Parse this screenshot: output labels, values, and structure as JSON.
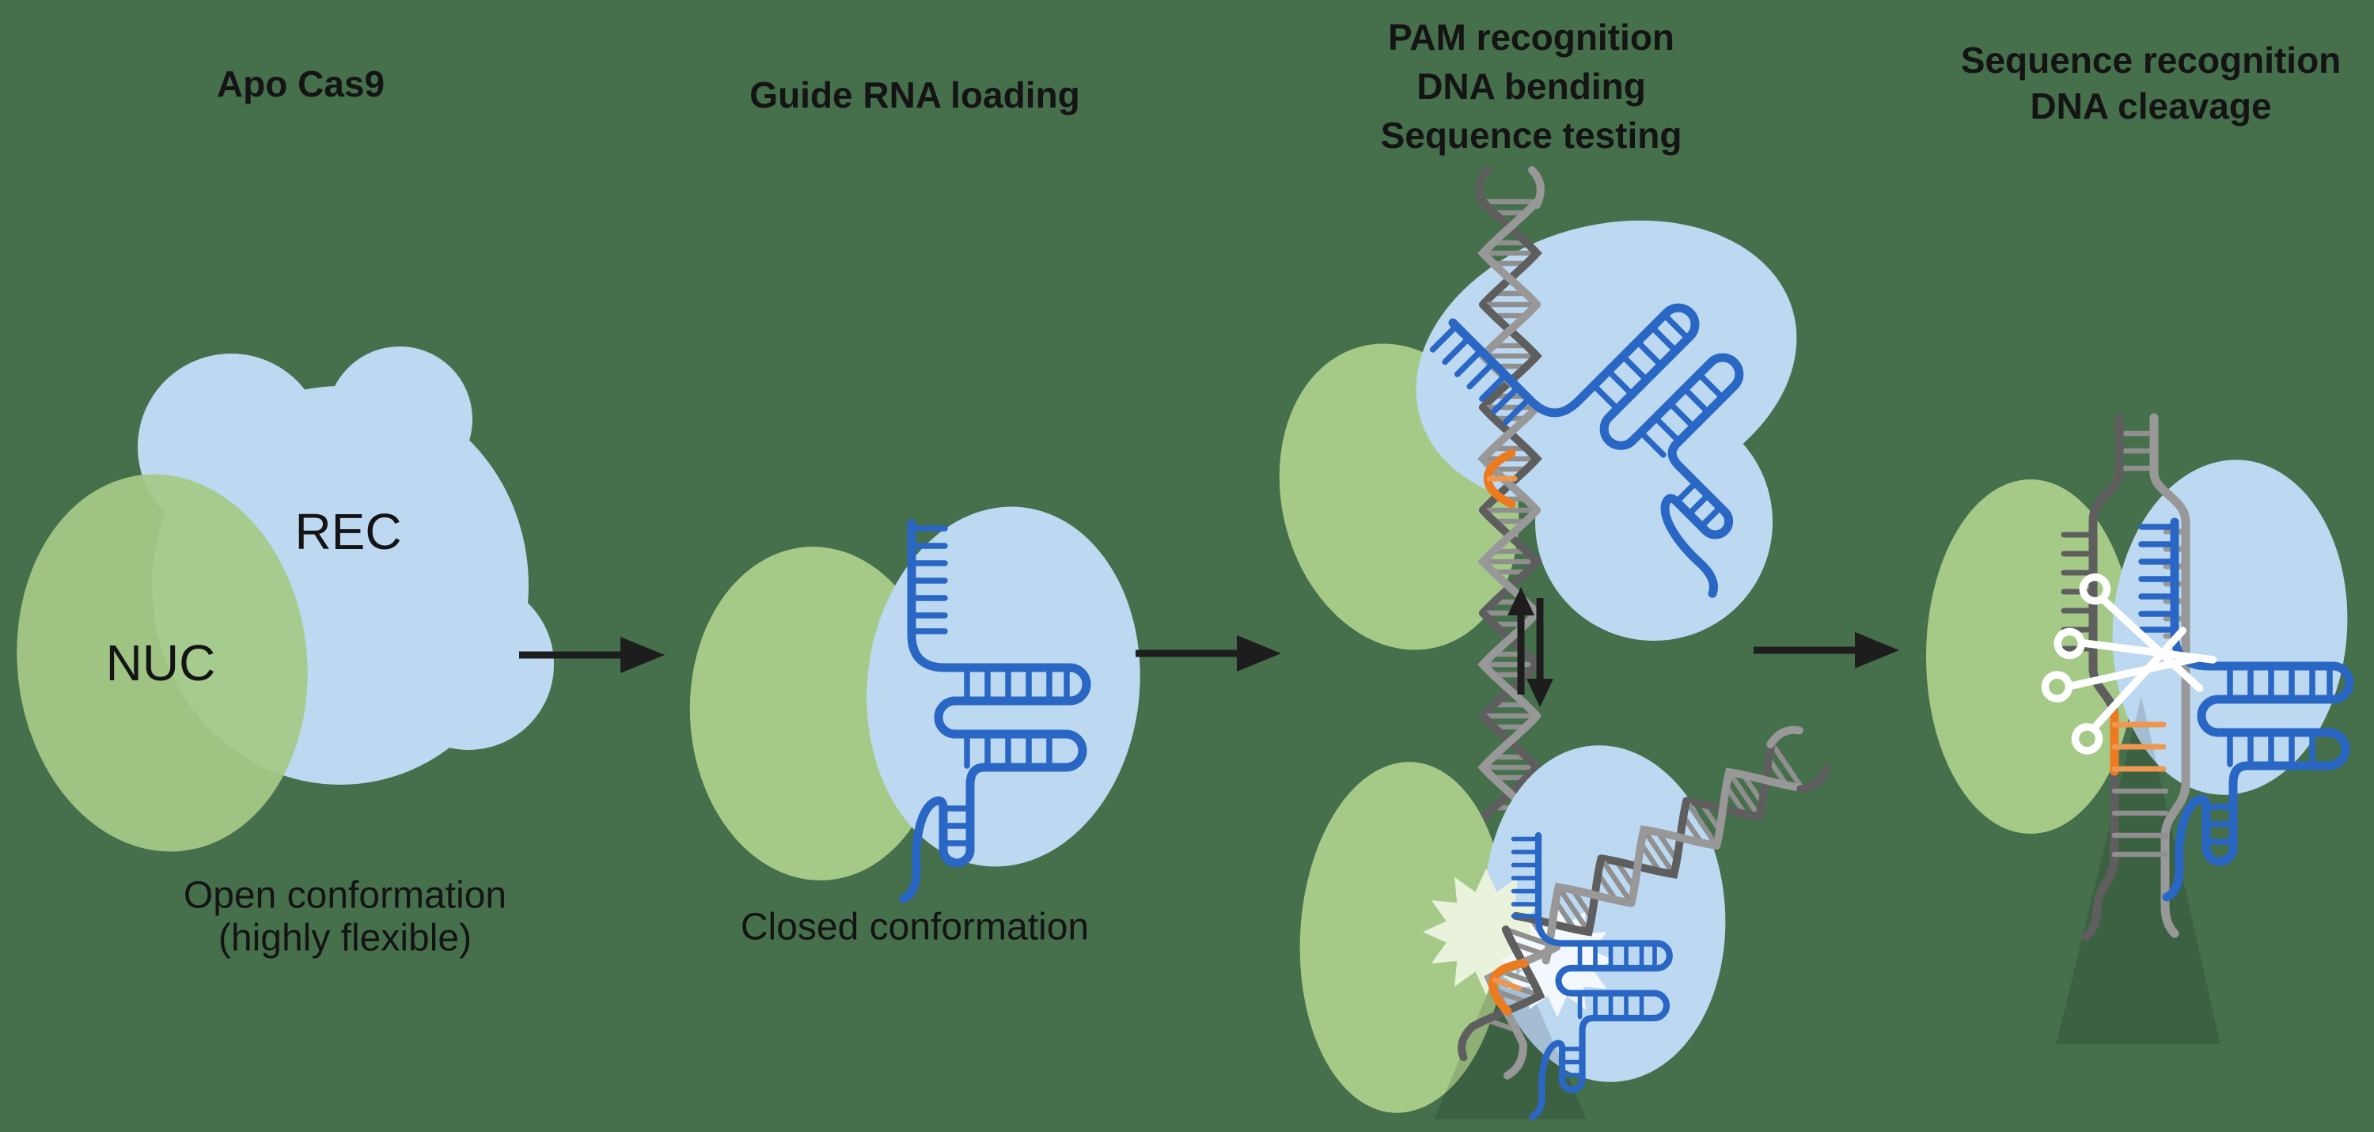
{
  "figure": {
    "type": "mechanism-diagram",
    "subject": "CRISPR-Cas9 mechanism of target recognition and cleavage",
    "panels": [
      {
        "id": "apo-cas9",
        "title_lines": [
          "Apo Cas9"
        ],
        "caption_lines": [
          "Open conformation",
          "(highly flexible)"
        ],
        "domain_labels": {
          "nuc": "NUC",
          "rec": "REC"
        }
      },
      {
        "id": "guide-rna-loading",
        "title_lines": [
          "Guide RNA loading"
        ],
        "caption_lines": [
          "Closed conformation"
        ]
      },
      {
        "id": "pam-recognition",
        "title_lines": [
          "PAM recognition",
          "DNA bending",
          "Sequence testing"
        ],
        "caption_lines": []
      },
      {
        "id": "sequence-recognition",
        "title_lines": [
          "Sequence recognition",
          "DNA cleavage"
        ],
        "caption_lines": []
      }
    ],
    "connectors": [
      {
        "type": "arrow-right"
      },
      {
        "type": "arrow-right"
      },
      {
        "type": "equilibrium-vertical"
      },
      {
        "type": "arrow-right"
      }
    ]
  },
  "icons": {
    "guide_rna": "guide-rna-icon",
    "dna": "dna-helix-icon",
    "pam": "pam-site-mark",
    "scissors": "scissors-icon",
    "flash": "cleavage-flash-icon",
    "arrow": "arrow-right-icon",
    "equilibrium": "equilibrium-arrows-icon"
  },
  "colors": {
    "background": "#46704C",
    "nuc_lobe_green": "#A5CA88",
    "rec_lobe_blue": "#BDD9F2",
    "guide_rna_blue": "#2A67C5",
    "dna_strand_dark": "#5E5E5E",
    "dna_strand_light": "#989898",
    "dna_rung_gray": "#8F8F8F",
    "pam_orange": "#EC7A1F",
    "pam_rung_orange": "#EE9750",
    "arrow_black": "#1D1D1D",
    "scissors_white": "#FFFFFF",
    "flash_pale_green": "#E9F3DB",
    "flash_pale_blue": "#F2F8FD",
    "text_black": "#141414"
  }
}
